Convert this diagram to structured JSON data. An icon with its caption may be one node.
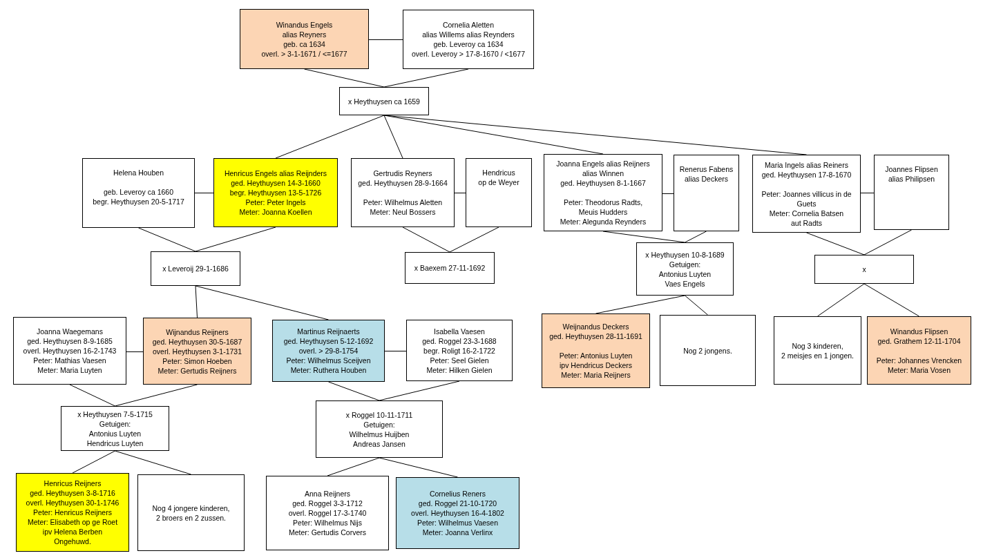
{
  "diagram": {
    "nodes": [
      {
        "text": [
          "Winandus Engels alias Reyners",
          "geb. ca 1634",
          "overl. > 3-1-1671 / <=1677"
        ]
      },
      {
        "text": [
          "Cornelia Aletten alias Willems alias Reynders",
          "geb. Leveroy ca 1634",
          "overl. Leveroy > 17-8-1670 / <1677"
        ]
      },
      {
        "text": [
          "x Heythuysen ca 1659"
        ]
      },
      {
        "text": [
          "Helena Houben",
          "geb. Leveroy ca 1660",
          "begr. Heythuysen 20-5-1717"
        ]
      },
      {
        "text": [
          "Henricus Engels alias Reijnders",
          "ged. Heythuysen 14-3-1660",
          "begr. Heythuysen 13-5-1726",
          "Peter: Peter Ingels",
          "Meter: Joanna Koellen"
        ]
      },
      {
        "text": [
          "x Leveroij 29-1-1686"
        ]
      },
      {
        "text": [
          "Gertrudis Reyners",
          "ged. Heythuysen 28-9-1664",
          "Peter: Wilhelmus Aletten",
          "Meter: Neul Bossers"
        ]
      },
      {
        "text": [
          "Hendricus op de Weyer"
        ]
      },
      {
        "text": [
          "x Baexem 27-11-1692"
        ]
      },
      {
        "text": [
          "Joanna Engels alias Reijners alias Winnen",
          "ged. Heythuysen 8-1-1667",
          "Peter: Theodorus Radts, Meuis Hudders",
          "Meter: Alegunda Reynders"
        ]
      },
      {
        "text": [
          "Renerus Fabens alias Deckers"
        ]
      },
      {
        "text": [
          "x Heythuysen 10-8-1689",
          "Getuigen:",
          "Antonius Luyten",
          "Vaes Engels"
        ]
      },
      {
        "text": [
          "Maria Ingels alias Reiners",
          "ged. Heythuysen 17-8-1670",
          "Peter: Joannes villicus in de Guets",
          "Meter: Cornelia Batsen aut Radts"
        ]
      },
      {
        "text": [
          "Joannes Flipsen alias Philipsen"
        ]
      },
      {
        "text": [
          "x"
        ]
      },
      {
        "text": [
          "Joanna Waegemans",
          "ged. Heythuysen 8-9-1685",
          "overl. Heythuysen 16-2-1743",
          "Peter: Mathias Vaesen",
          "Meter: Maria Luyten"
        ]
      },
      {
        "text": [
          "Wijnandus Reijners",
          "ged. Heythuysen 30-5-1687",
          "overl. Heythuysen 3-1-1731",
          "Peter: Simon Hoeben",
          "Meter: Gertudis Reijners"
        ]
      },
      {
        "text": [
          "x Heythuysen 7-5-1715",
          "Getuigen:",
          "Antonius Luyten",
          "Hendricus Luyten"
        ]
      },
      {
        "text": [
          "Martinus Reijnaerts",
          "ged. Heythuysen 5-12-1692",
          "overl. > 29-8-1754",
          "Peter: Wilhelmus Sceijven",
          "Meter: Ruthera Houben"
        ]
      },
      {
        "text": [
          "Isabella Vaesen",
          "ged. Roggel 23-3-1688",
          "begr. Roligt 16-2-1722",
          "Peter: Seel Gielen",
          "Meter: Hilken Gielen"
        ]
      },
      {
        "text": [
          "x Roggel 10-11-1711",
          "Getuigen:",
          "Wilhelmus Huijben",
          "Andreas Jansen"
        ]
      },
      {
        "text": [
          "Henricus Reijners",
          "ged. Heythuysen 3-8-1716",
          "overl. Heythuysen 30-1-1746",
          "Peter: Henricus Reijners",
          "Meter: Elisabeth op ge Roet ipv Helena Berben",
          "Ongehuwd."
        ]
      },
      {
        "text": [
          "Nog 4 jongere kinderen, 2 broers en 2 zussen."
        ]
      },
      {
        "text": [
          "Anna Reijners",
          "ged. Roggel 3-3-1712",
          "overl. Roggel 17-3-1740",
          "Peter: Wilhelmus Nijs",
          "Meter: Gertudis Corvers"
        ]
      },
      {
        "text": [
          "Cornelius Reners",
          "ged. Roggel 21-10-1720",
          "overl. Heythuysen 16-4-1802",
          "Peter: Wilhelmus Vaesen",
          "Meter: Joanna Verlinx"
        ]
      },
      {
        "text": [
          "Weijnandus Deckers",
          "ged. Heythuysen 28-11-1691",
          "Peter: Antonius Luyten ipv Hendricus Deckers",
          "Meter: Maria Reijners"
        ]
      },
      {
        "text": [
          "Nog 2 jongens."
        ]
      },
      {
        "text": [
          "Nog 3 kinderen, 2 meisjes en 1 jongen."
        ]
      },
      {
        "text": [
          "Winandus Flipsen",
          "ged. Grathem 12-11-1704",
          "Peter: Johannes Vrencken",
          "Meter: Maria Vosen"
        ]
      }
    ],
    "edges": [
      {
        "from": 0,
        "to": 1,
        "arrow": "none"
      },
      {
        "from": 0,
        "to": 2,
        "arrow": "none"
      },
      {
        "from": 1,
        "to": 2,
        "arrow": "none"
      },
      {
        "from": 2,
        "to": 4,
        "arrow": "none"
      },
      {
        "from": 2,
        "to": 6,
        "arrow": "none"
      },
      {
        "from": 2,
        "to": 9,
        "arrow": "none"
      },
      {
        "from": 2,
        "to": 12,
        "arrow": "none"
      },
      {
        "from": 3,
        "to": 4,
        "arrow": "none"
      },
      {
        "from": 3,
        "to": 5,
        "arrow": "none"
      },
      {
        "from": 4,
        "to": 5,
        "arrow": "none"
      },
      {
        "from": 6,
        "to": 7,
        "arrow": "none"
      },
      {
        "from": 6,
        "to": 8,
        "arrow": "none"
      },
      {
        "from": 7,
        "to": 8,
        "arrow": "none"
      },
      {
        "from": 9,
        "to": 10,
        "arrow": "none"
      },
      {
        "from": 9,
        "to": 11,
        "arrow": "none"
      },
      {
        "from": 10,
        "to": 11,
        "arrow": "none"
      },
      {
        "from": 12,
        "to": 13,
        "arrow": "none"
      },
      {
        "from": 12,
        "to": 14,
        "arrow": "none"
      },
      {
        "from": 13,
        "to": 14,
        "arrow": "none"
      },
      {
        "from": 5,
        "to": 16,
        "arrow": "none"
      },
      {
        "from": 5,
        "to": 18,
        "arrow": "none"
      },
      {
        "from": 15,
        "to": 16,
        "arrow": "none"
      },
      {
        "from": 15,
        "to": 17,
        "arrow": "none"
      },
      {
        "from": 16,
        "to": 17,
        "arrow": "none"
      },
      {
        "from": 18,
        "to": 19,
        "arrow": "none"
      },
      {
        "from": 18,
        "to": 20,
        "arrow": "none"
      },
      {
        "from": 19,
        "to": 20,
        "arrow": "none"
      },
      {
        "from": 11,
        "to": 25,
        "arrow": "none"
      },
      {
        "from": 11,
        "to": 26,
        "arrow": "none"
      },
      {
        "from": 14,
        "to": 27,
        "arrow": "none"
      },
      {
        "from": 14,
        "to": 28,
        "arrow": "none"
      },
      {
        "from": 17,
        "to": 21,
        "arrow": "none"
      },
      {
        "from": 17,
        "to": 22,
        "arrow": "none"
      },
      {
        "from": 20,
        "to": 23,
        "arrow": "none"
      },
      {
        "from": 20,
        "to": 24,
        "arrow": "none"
      }
    ]
  }
}
